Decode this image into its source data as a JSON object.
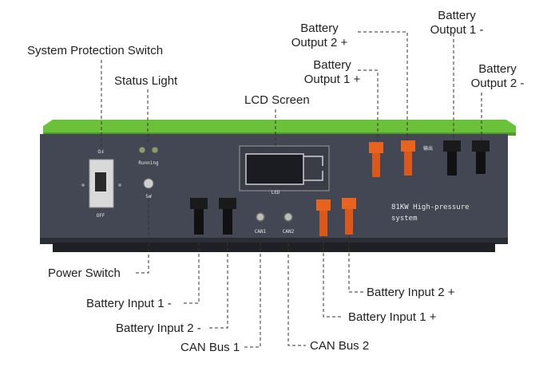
{
  "callouts": {
    "system_protection_switch": "System Protection Switch",
    "status_light": "Status Light",
    "lcd_screen": "LCD Screen",
    "battery_output_2_plus": [
      "Battery",
      "Output 2 +"
    ],
    "battery_output_1_plus": [
      "Battery",
      "Output 1 +"
    ],
    "battery_output_1_minus": [
      "Battery",
      "Output 1 -"
    ],
    "battery_output_2_minus": [
      "Battery",
      "Output 2 -"
    ],
    "power_switch": "Power Switch",
    "battery_input_1_minus": "Battery Input 1 -",
    "battery_input_2_minus": "Battery Input 2 -",
    "can_bus_1": "CAN Bus 1",
    "can_bus_2": "CAN Bus 2",
    "battery_input_2_plus": "Battery Input 2 +",
    "battery_input_1_plus": "Battery Input 1 +"
  },
  "panel": {
    "on_label": "ON",
    "off_label": "OFF",
    "running_label": "Running",
    "sw_label": "SW",
    "led_label": "LED",
    "output_label": "输出",
    "can1_label": "CAN1",
    "can2_label": "CAN2",
    "model_line1": "81KW High-pressure",
    "model_line2": "system"
  },
  "colors": {
    "top_green": "#6cc13a",
    "panel": "#434653",
    "positive_terminal": "#e8641e",
    "negative_terminal": "#1a1a1a",
    "leader_line": "#333333"
  }
}
